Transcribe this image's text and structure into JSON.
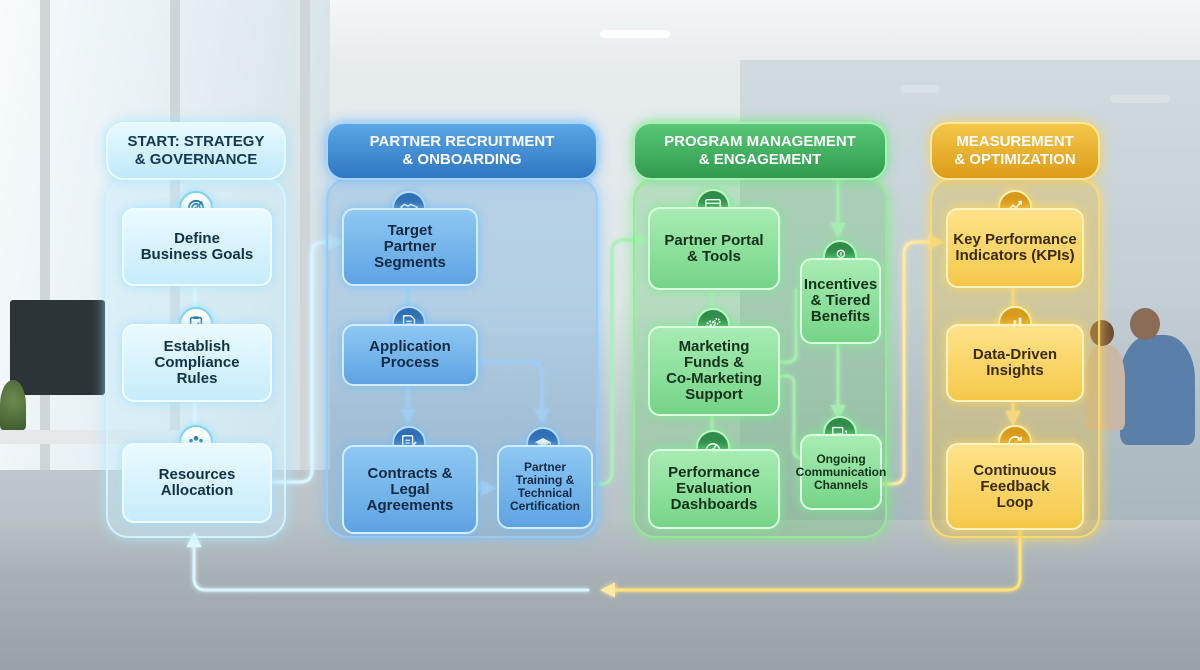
{
  "colors": {
    "strategy": "#c6ecfb",
    "recruitment": "#5ea3e2",
    "management": "#75d488",
    "measurement": "#f5c84a"
  },
  "columns": {
    "strategy": {
      "title": "START: STRATEGY\n& GOVERNANCE",
      "steps": [
        {
          "label": "Define\nBusiness Goals",
          "icon": "target-icon"
        },
        {
          "label": "Establish\nCompliance\nRules",
          "icon": "clipboard-check-icon"
        },
        {
          "label": "Resources\nAllocation",
          "icon": "people-group-icon"
        }
      ]
    },
    "recruitment": {
      "title": "PARTNER RECRUITMENT\n& ONBOARDING",
      "steps": [
        {
          "label": "Target\nPartner\nSegments",
          "icon": "handshake-icon"
        },
        {
          "label": "Application\nProcess",
          "icon": "document-gear-icon"
        },
        {
          "label": "Contracts &\nLegal\nAgreements",
          "icon": "contract-pen-icon"
        },
        {
          "label": "Partner\nTraining &\nTechnical\nCertification",
          "icon": "graduation-cap-icon"
        }
      ]
    },
    "management": {
      "title": "PROGRAM MANAGEMENT\n& ENGAGEMENT",
      "steps": [
        {
          "label": "Partner Portal\n& Tools",
          "icon": "browser-window-icon"
        },
        {
          "label": "Marketing\nFunds &\nCo-Marketing\nSupport",
          "icon": "gears-icon"
        },
        {
          "label": "Performance\nEvaluation\nDashboards",
          "icon": "gauge-icon"
        },
        {
          "label": "Incentives\n& Tiered\nBenefits",
          "icon": "coin-hand-icon"
        },
        {
          "label": "Ongoing\nCommunication\nChannels",
          "icon": "chat-bubbles-icon"
        }
      ]
    },
    "measurement": {
      "title": "MEASUREMENT\n& OPTIMIZATION",
      "steps": [
        {
          "label": "Key Performance\nIndicators (KPIs)",
          "icon": "growth-chart-icon"
        },
        {
          "label": "Data-Driven\nInsights",
          "icon": "bar-chart-icon"
        },
        {
          "label": "Continuous\nFeedback\nLoop",
          "icon": "refresh-cycle-icon"
        }
      ]
    }
  }
}
